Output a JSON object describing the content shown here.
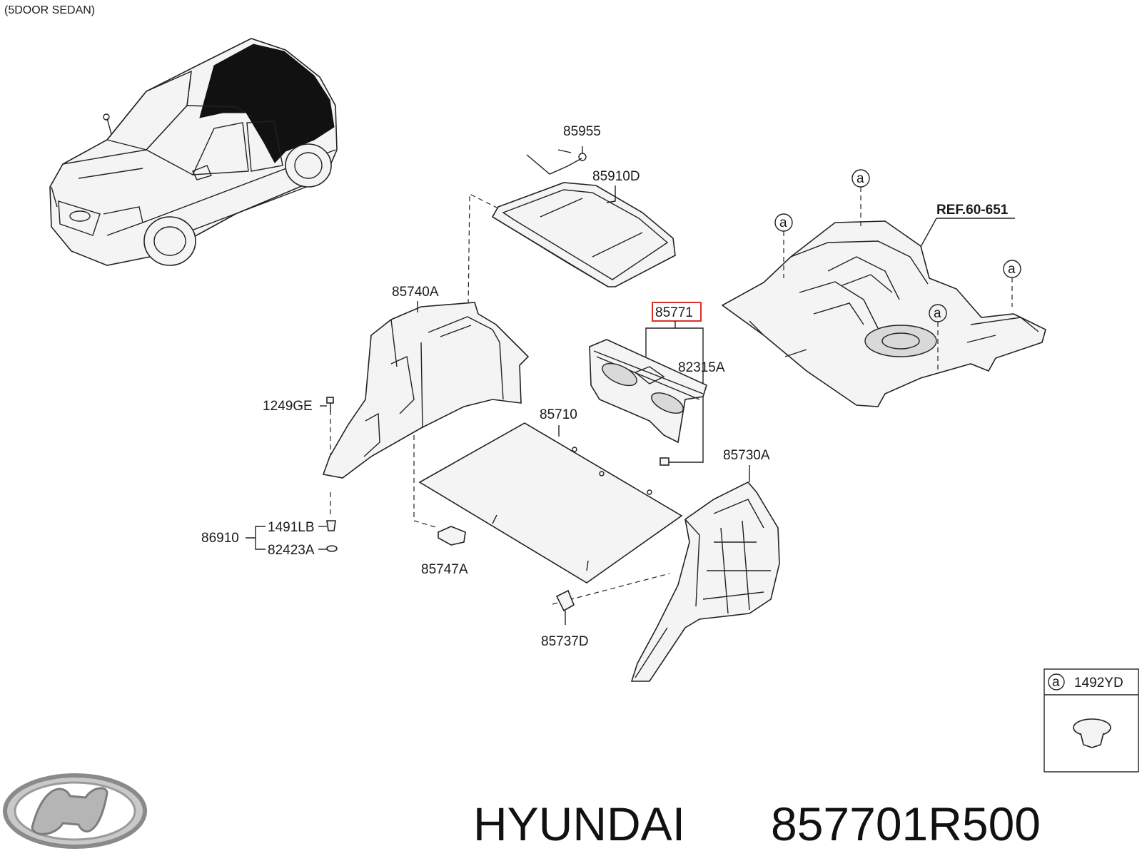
{
  "caption": "(5DOOR SEDAN)",
  "reference": "REF.60-651",
  "callout_letter": "a",
  "labels": {
    "p85955": "85955",
    "p85910d": "85910D",
    "p85740a": "85740A",
    "p85771": "85771",
    "p82315a": "82315A",
    "p1249ge": "1249GE",
    "p85710": "85710",
    "p85730a": "85730A",
    "p1491lb": "1491LB",
    "p86910": "86910",
    "p82423a": "82423A",
    "p85747a": "85747A",
    "p85737d": "85737D"
  },
  "inset": {
    "letter": "a",
    "part": "1492YD"
  },
  "footer": {
    "brand": "HYUNDAI",
    "part_number": "857701R500"
  },
  "colors": {
    "highlight_box": "#d9312b",
    "ink": "#1a1a1a"
  },
  "logo_name": "hyundai-logo"
}
